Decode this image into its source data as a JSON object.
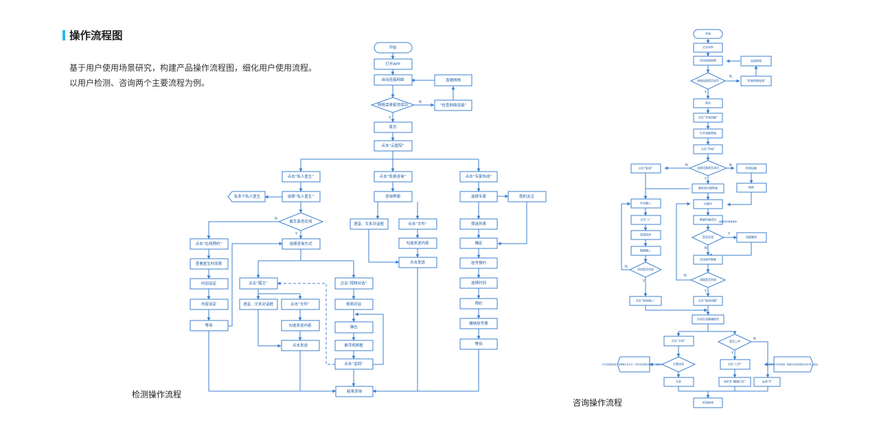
{
  "title": "操作流程图",
  "desc_line1": "基于用户使用场景研究，构建产品操作流程图，细化用户使用流程。",
  "desc_line2": "以用户检测、咨询两个主要流程为例。",
  "caption_left": "检测操作流程",
  "caption_right": "咨询操作流程",
  "accent_color": "#2bb7e8",
  "line_color": "#3b7fcf",
  "left_flow": {
    "start": "开始",
    "open_app": "打开APP",
    "auto_connect": "自动连接网络",
    "connect_network": "连接网络",
    "network_ok": "网络连接是否成功",
    "check_network": "“检查网络连接”",
    "home": "首页",
    "click_cloud": "点击“云医院”",
    "private_doctor": "点击“私人医生”",
    "free_consult": "点击“免费咨询”",
    "expert_line": "点击“专家热线”",
    "multi_doctors": "有多个私人医生",
    "choose_private": "选择“私人医生”",
    "consult_page": "咨询界面",
    "choose_expert": "选择专家",
    "my_follow": "我的关注",
    "doctor_online": "医生是否在线",
    "voice_text_a": "语音、文本对话框",
    "click_file_a": "点击“文件”",
    "filter_list": "筛选列表",
    "online_appt": "点击“在线预约”",
    "choose_consult": "选择咨询方式",
    "pick_content_a": "勾选发送内容",
    "confirm": "确定",
    "view_doc_time": "查看医生时间表",
    "click_send_a": "点击发送",
    "register": "挂号预约",
    "click_graphic": "点击“图文”",
    "click_video": "点击“视频对话”",
    "time_set": "时间设定",
    "choose_time": "选择时间",
    "voice_text_b": "语音、文本对话框",
    "click_file_b": "点击“文件”",
    "video_chat": "视频对话",
    "content_set": "内容设定",
    "appointment": "预约",
    "pick_content_b": "勾选发送内容",
    "popup": "弹出",
    "pay_fee": "缴纳挂号费",
    "wait_a": "等待",
    "wait_b": "等待",
    "click_send_b": "点击发送",
    "video_box": "悬浮视频框",
    "click_back": "点击“返回”",
    "end_consult": "结束咨询",
    "y": "Y",
    "n": "N"
  },
  "right_flow": {
    "start": "开始",
    "open_app": "打开APP",
    "auto_connect": "自动连接网络",
    "connect_network": "连接网络",
    "network_ok": "网络连接是否成功",
    "check_network": "“检查网络连接”",
    "home": "首页",
    "start_detect": "点击“开始测量”",
    "open_detect": "打开测量界面",
    "click_start": "点击“开始”",
    "click_cancel": "点击“取消”",
    "device_ok": "连接设备是否成功",
    "check_device": "检测设备",
    "refresh": "刷新",
    "jump_scan": "跳转到扫描界面",
    "manual_input": "手动输入",
    "scanning": "扫描中",
    "click_plus": "点击“+”",
    "data_ok": "数据传输成功",
    "data_note": "（数据回传/数据错误）",
    "choose_item": "选择选项",
    "abnormal": "是否异常",
    "tips": "测量删除",
    "input_data": "数据输入",
    "auto_save": "自动保存数据",
    "add_done": "添加是否完成",
    "detect_done": "测量是否完成",
    "end_input": "点击“结束输入”",
    "end_detect": "点击“结束测量”",
    "gen_report": "自动生成健康报告",
    "click_share": "点击“分享”",
    "upload": "是否上传",
    "share_note": "分享包括朋友圈、微博等平台分享，同时也包括导出分享，这些分享等",
    "share_ok": "位置选项",
    "click_upload": "点击“上传”",
    "upload_note": "如果用户并未选择，数据仍然自动保存在用户私人医生",
    "share": "分享",
    "sync_log": "同步至“健康日志”",
    "close_x": "关闭“X”",
    "detect_end": "检测结束",
    "y": "Y",
    "n": "N"
  }
}
